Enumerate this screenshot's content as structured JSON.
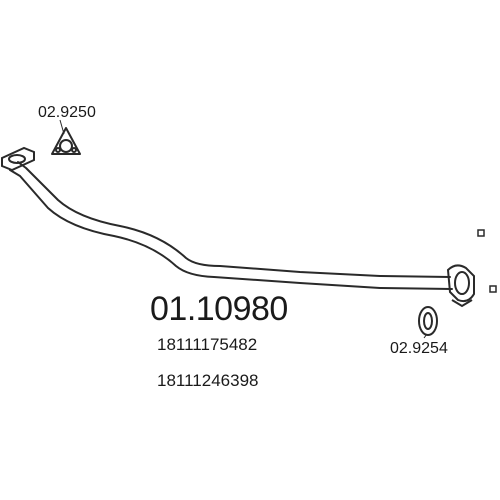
{
  "parts": {
    "flange_gasket_code": "02.9250",
    "ring_gasket_code": "02.9254"
  },
  "main_part_number": "01.10980",
  "oem_numbers": [
    "18111175482",
    "18111246398"
  ],
  "colors": {
    "line": "#2a2a2a",
    "background": "#ffffff"
  }
}
